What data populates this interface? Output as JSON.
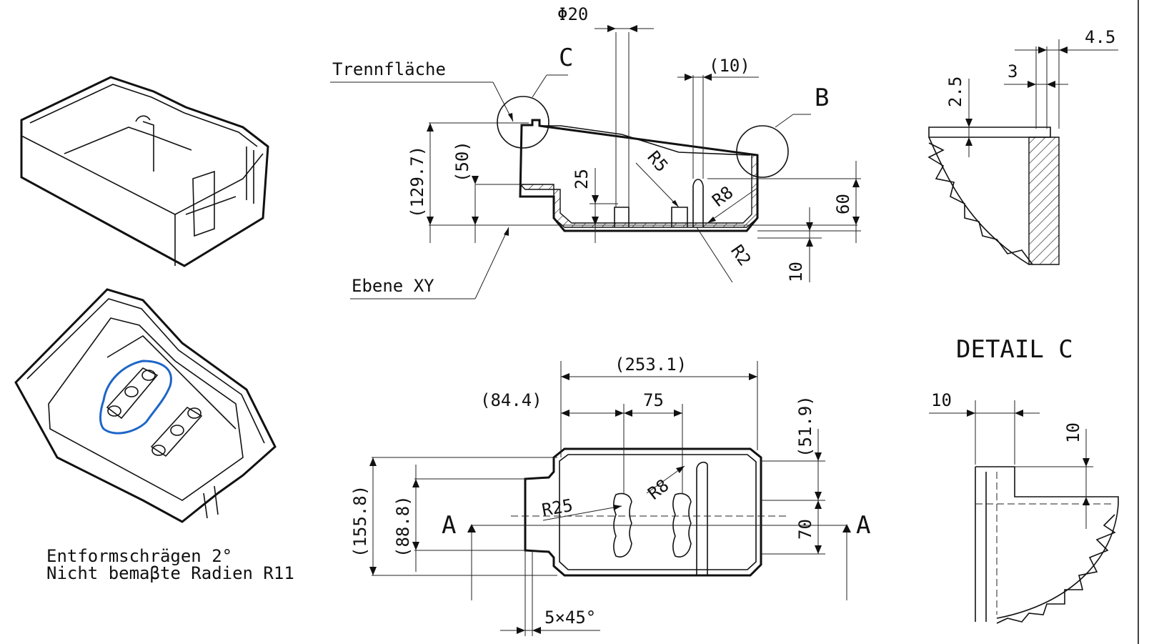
{
  "notes": {
    "line1": "Entformschrägen 2°",
    "line2": "Nicht bemaβte Radien R11"
  },
  "section_aa": {
    "label_trennflaeche": "Trennfläche",
    "label_ebene_xy": "Ebene XY",
    "label_detail_c_marker": "C",
    "label_detail_b_marker": "B",
    "dims": {
      "phi20": "Φ20",
      "d10_paren": "(10)",
      "d129_7": "(129.7)",
      "d50": "(50)",
      "d25": "25",
      "r5": "R5",
      "r8": "R8",
      "r2": "R2",
      "d60": "60",
      "d10": "10"
    }
  },
  "plan_view": {
    "section_letter_left": "A",
    "section_letter_right": "A",
    "dims": {
      "d253_1": "(253.1)",
      "d84_4": "(84.4)",
      "d75": "75",
      "d51_9": "(51.9)",
      "d155_8": "(155.8)",
      "d88_8": "(88.8)",
      "r25": "R25",
      "r8": "R8",
      "d70": "70",
      "chamfer": "5×45°"
    }
  },
  "detail_b": {
    "dims": {
      "d4_5": "4.5",
      "d3": "3",
      "d2_5": "2.5"
    }
  },
  "detail_c": {
    "title": "DETAIL C",
    "dims": {
      "d10_h": "10",
      "d10_v": "10"
    }
  },
  "colors": {
    "ink": "#111111",
    "highlight": "#1e66c8",
    "paper": "#ffffff"
  }
}
